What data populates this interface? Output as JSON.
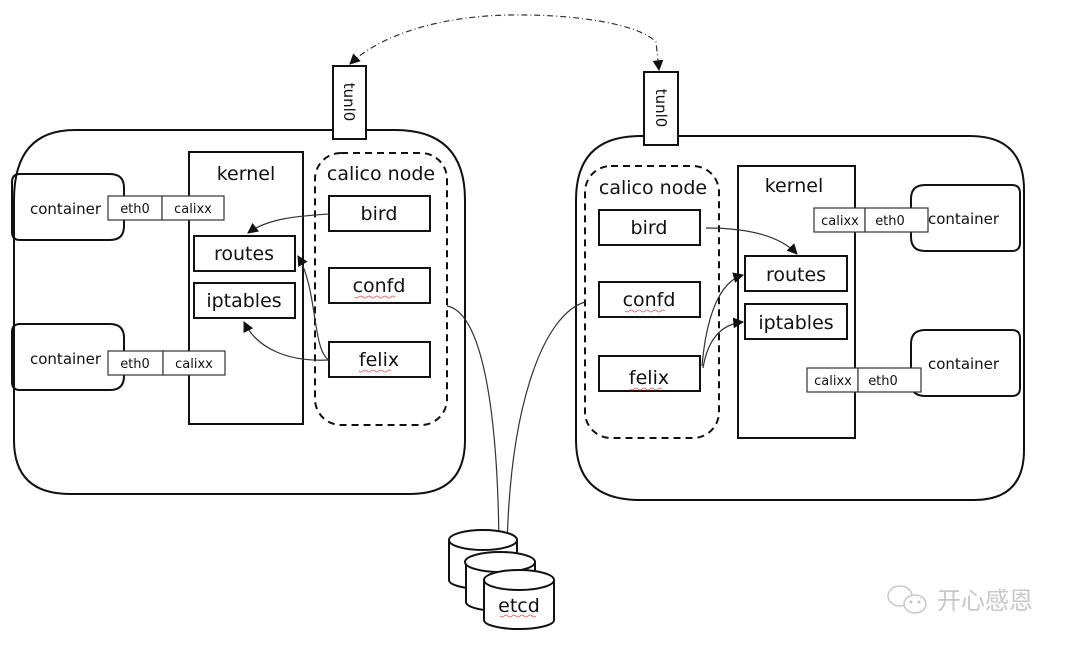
{
  "diagram": {
    "title": "Calico IPIP architecture",
    "hosts": [
      {
        "id": "left",
        "tunnel_label": "tunl0",
        "kernel_label": "kernel",
        "calico_node_label": "calico node",
        "kernel_items": [
          "routes",
          "iptables"
        ],
        "calico_components": [
          "bird",
          "confd",
          "felix"
        ],
        "containers": [
          {
            "label": "container",
            "veth_inside": "eth0",
            "veth_host": "calixx"
          },
          {
            "label": "container",
            "veth_inside": "eth0",
            "veth_host": "calixx"
          }
        ]
      },
      {
        "id": "right",
        "tunnel_label": "tunl0",
        "kernel_label": "kernel",
        "calico_node_label": "calico node",
        "kernel_items": [
          "routes",
          "iptables"
        ],
        "calico_components": [
          "bird",
          "confd",
          "felix"
        ],
        "containers": [
          {
            "label": "container",
            "veth_inside": "eth0",
            "veth_host": "calixx"
          },
          {
            "label": "container",
            "veth_inside": "eth0",
            "veth_host": "calixx"
          }
        ]
      }
    ],
    "datastore": {
      "label": "etcd",
      "replicas": 3
    },
    "edges": [
      {
        "from": "left.tunl0",
        "to": "right.tunl0",
        "style": "dash-dot",
        "bidirectional": true
      },
      {
        "from": "left.bird",
        "to": "left.routes"
      },
      {
        "from": "left.felix",
        "to": "left.routes"
      },
      {
        "from": "left.felix",
        "to": "left.iptables"
      },
      {
        "from": "left.confd",
        "to": "etcd"
      },
      {
        "from": "right.bird",
        "to": "right.routes"
      },
      {
        "from": "right.felix",
        "to": "right.routes"
      },
      {
        "from": "right.felix",
        "to": "right.iptables"
      },
      {
        "from": "right.confd",
        "to": "etcd"
      }
    ]
  },
  "watermark": {
    "text": "开心感恩",
    "icon": "wechat-icon"
  }
}
